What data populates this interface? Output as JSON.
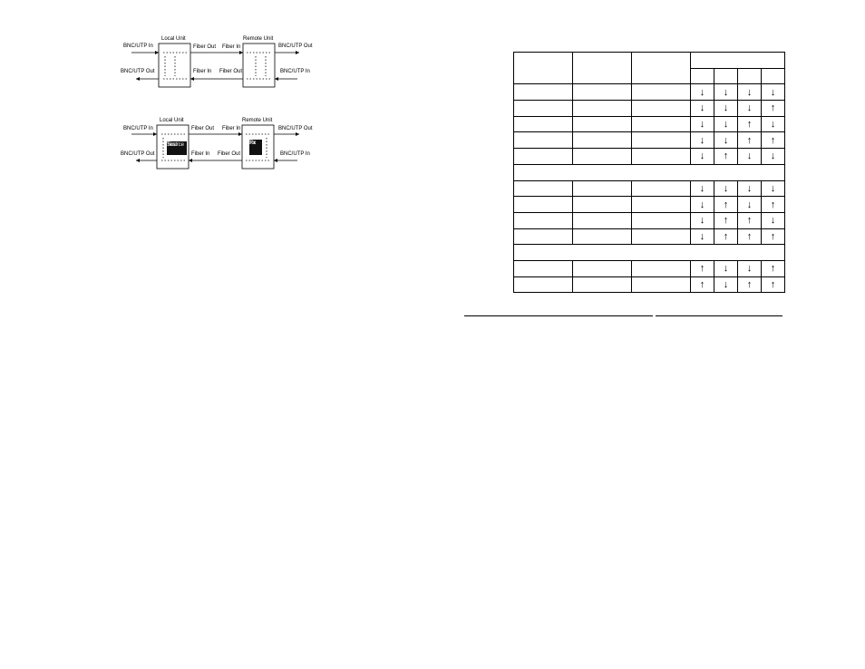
{
  "diagram1": {
    "local_unit": "Local Unit",
    "remote_unit": "Remote Unit",
    "left_in": "BNC/UTP In",
    "left_out": "BNC/UTP Out",
    "fiber_out_local": "Fiber Out",
    "fiber_in_local": "Fiber In",
    "fiber_in_remote": "Fiber In",
    "fiber_out_remote": "Fiber Out",
    "right_out": "BNC/UTP Out",
    "right_in": "BNC/UTP In"
  },
  "diagram2": {
    "local_unit": "Local Unit",
    "remote_unit": "Remote Unit",
    "left_in": "BNC/UTP In",
    "left_out": "BNC/UTP Out",
    "fiber_out_local": "Fiber Out",
    "fiber_in_local": "Fiber In",
    "fiber_in_remote": "Fiber In",
    "fiber_out_remote": "Fiber Out",
    "right_out": "BNC/UTP Out",
    "right_in": "BNC/UTP In",
    "source_test_line1": "Source",
    "source_test_line2": "Test",
    "rx_tx_line1": "Rx",
    "rx_tx_line2": "Tx"
  },
  "table": {
    "rows": [
      [
        "↓",
        "↓",
        "↓",
        "↓"
      ],
      [
        "↓",
        "↓",
        "↓",
        "↑"
      ],
      [
        "↓",
        "↓",
        "↑",
        "↓"
      ],
      [
        "↓",
        "↓",
        "↑",
        "↑"
      ],
      [
        "↓",
        "↑",
        "↓",
        "↓"
      ],
      null,
      [
        "↓",
        "↓",
        "↓",
        "↓"
      ],
      [
        "↓",
        "↑",
        "↓",
        "↑"
      ],
      [
        "↓",
        "↑",
        "↑",
        "↓"
      ],
      [
        "↓",
        "↑",
        "↑",
        "↑"
      ],
      null,
      [
        "↑",
        "↓",
        "↓",
        "↑"
      ],
      [
        "↑",
        "↓",
        "↑",
        "↑"
      ]
    ]
  }
}
